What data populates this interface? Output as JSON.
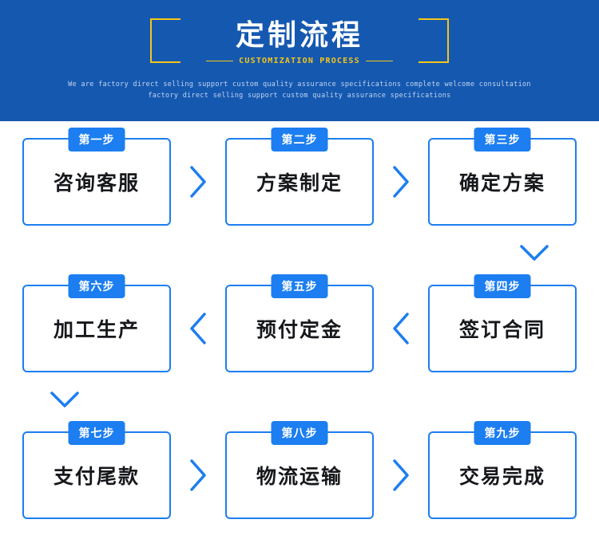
{
  "header": {
    "title": "定制流程",
    "subtitle": "CUSTOMIZATION PROCESS",
    "description_line1": "We are factory direct selling support custom quality assurance specifications complete welcome consultation",
    "description_line2": "factory direct selling support custom quality assurance specifications",
    "bg_color": "#1558b0",
    "accent_color": "#f5c518"
  },
  "flow": {
    "accent_color": "#1c7ef0",
    "rows": [
      {
        "direction": "left-to-right",
        "steps": [
          {
            "badge": "第一步",
            "label": "咨询客服"
          },
          {
            "badge": "第二步",
            "label": "方案制定"
          },
          {
            "badge": "第三步",
            "label": "确定方案"
          }
        ]
      },
      {
        "direction": "right-to-left",
        "steps": [
          {
            "badge": "第六步",
            "label": "加工生产"
          },
          {
            "badge": "第五步",
            "label": "预付定金"
          },
          {
            "badge": "第四步",
            "label": "签订合同"
          }
        ]
      },
      {
        "direction": "left-to-right",
        "steps": [
          {
            "badge": "第七步",
            "label": "支付尾款"
          },
          {
            "badge": "第八步",
            "label": "物流运输"
          },
          {
            "badge": "第九步",
            "label": "交易完成"
          }
        ]
      }
    ]
  }
}
